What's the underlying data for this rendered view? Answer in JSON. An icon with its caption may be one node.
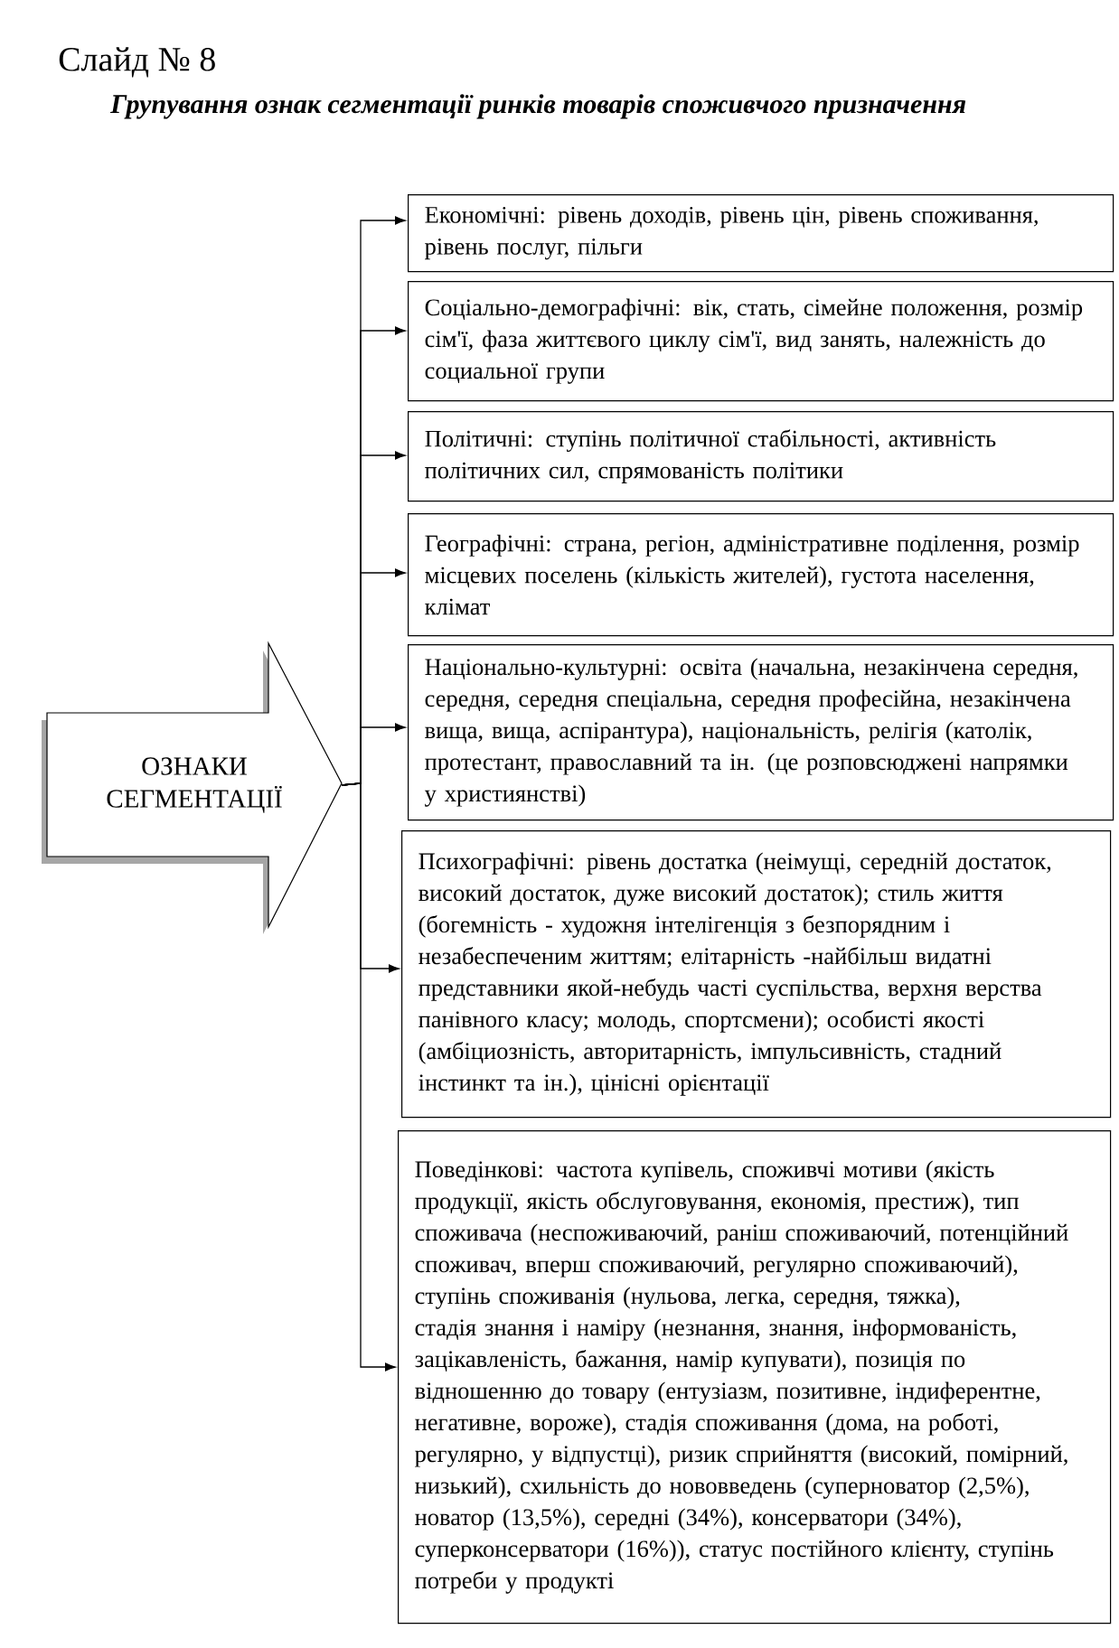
{
  "diagram": {
    "title": "Слайд № 8",
    "nodes": [
      {
        "text": [
          "ОЗНАКИ СЕГМЕНТАЦІЇ"
        ]
      },
      {
        "text": [
          "Економічні: рівень доходів, рівень цін, рівень споживання, рівень послуг, пільги"
        ]
      },
      {
        "text": [
          "Соціально-демографічні: вік, стать, сімейне положення, розмір сім'ї, фаза життєвого циклу сім'ї, вид занять, належність до социальної групи"
        ]
      },
      {
        "text": [
          "Політичні: ступінь політичної стабільності, активність політичних сил, спрямованість політики"
        ]
      },
      {
        "text": [
          "Географічні: страна, регіон, адміністративне поділення, розмір місцевих поселень (кількість жителей), густота населення, клімат"
        ]
      },
      {
        "text": [
          "Національно-культурні: освіта (начальна, незакінчена середня, середня, середня спеціальна, середня професійна, незакінчена вища, вища, аспірантура), національність, релігія (католік, протестант, православний та ін. (це розповсюджені напрямки у християнстві)"
        ]
      },
      {
        "text": [
          "Психографічні: рівень достатка (неімущі, середній достаток, високий достаток, дуже високий достаток); стиль життя (богемність - художня інтелігенція з безпорядним і незабеспеченим життям; елітарність -найбільш видатні представники якой-небудь часті суспільства, верхня верства панівного класу; молодь, спортсмени); особисті якості (амбіциозність, авторитарність, імпульсивність, стадний інстинкт та ін.), цінісні орієнтації"
        ]
      },
      {
        "text": [
          "Поведінкові: частота купівель, споживчі мотиви (якість продукції, якість обслуговування, економія, престиж), тип споживача (неспоживаючий, раніш споживаючий, потенційний споживач, вперш споживаючий, регулярно споживаючий), ступінь споживанія (нульова, легка, середня, тяжка), стадія знання і наміру (незнання, знання, інформованість, зацікавленість, бажання, намір купувати), позиція по відношенню до товару (ентузіазм, позитивне, індиферентне, негативне, вороже), стадія споживання (дома, на роботі, регулярно, у відпустці), ризик сприйняття (високий, помірний, низький), схильність до нововведень (суперноватор (2,5%), новатор (13,5%), середні (34%), консерватори (34%), суперконсерватори (16%)), статус постійного клієнту, ступінь потреби у продукті"
        ]
      }
    ],
    "edges": [
      {
        "from": 0,
        "to": 1,
        "arrow": "to"
      },
      {
        "from": 0,
        "to": 2,
        "arrow": "to"
      },
      {
        "from": 0,
        "to": 3,
        "arrow": "to"
      },
      {
        "from": 0,
        "to": 4,
        "arrow": "to"
      },
      {
        "from": 0,
        "to": 5,
        "arrow": "to"
      },
      {
        "from": 0,
        "to": 6,
        "arrow": "to"
      },
      {
        "from": 0,
        "to": 7,
        "arrow": "to"
      }
    ],
    "labels": [
      "Групування ознак сегментації ринків товарів споживчого призначення"
    ]
  }
}
